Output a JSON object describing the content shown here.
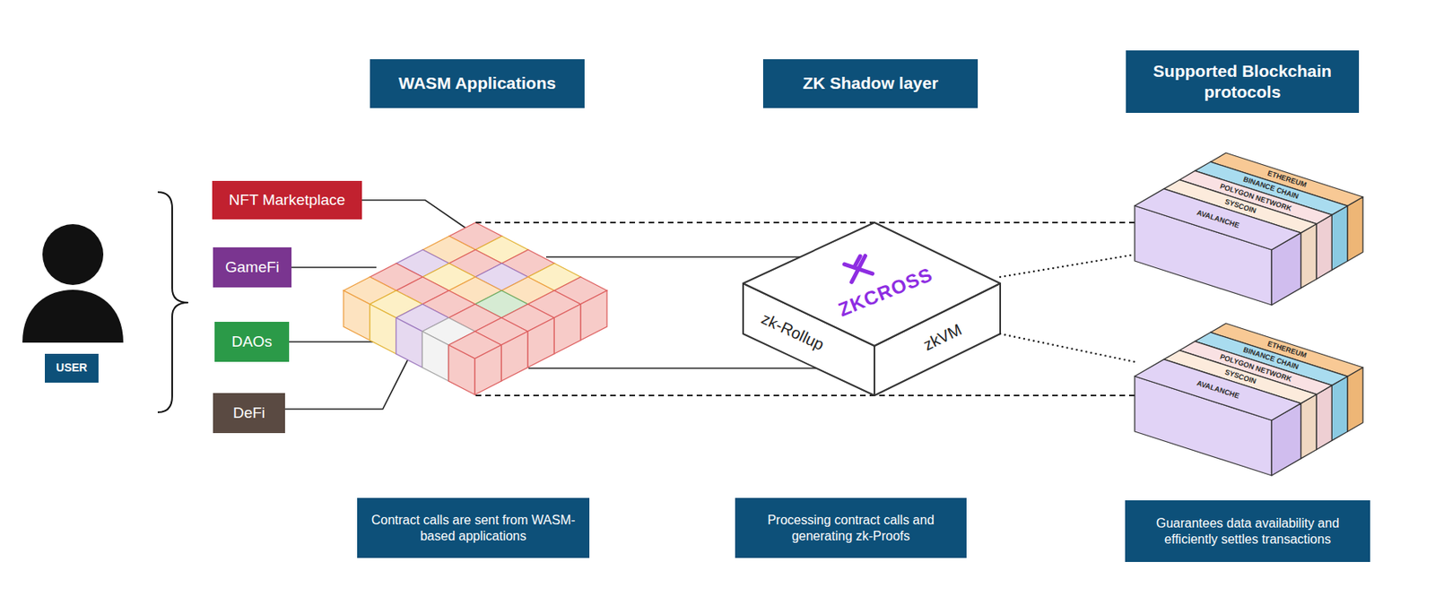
{
  "diagram": {
    "nodes": [
      {
        "text": [
          "WASM Applications"
        ]
      },
      {
        "text": [
          "ZK Shadow layer"
        ]
      },
      {
        "text": [
          "Supported Blockchain protocols"
        ]
      },
      {
        "text": [
          "USER"
        ]
      },
      {
        "text": [
          "NFT Marketplace"
        ]
      },
      {
        "text": [
          "GameFi"
        ]
      },
      {
        "text": [
          "DAOs"
        ]
      },
      {
        "text": [
          "DeFi"
        ]
      },
      {
        "text": [
          "ZKCROSS",
          "zk-Rollup",
          "zkVM"
        ]
      },
      {
        "text": [
          "ETHEREUM"
        ]
      },
      {
        "text": [
          "BINANCE CHAIN"
        ]
      },
      {
        "text": [
          "POLYGON NETWORK"
        ]
      },
      {
        "text": [
          "SYSCOIN"
        ]
      },
      {
        "text": [
          "AVALANCHE"
        ]
      },
      {
        "text": [
          "ETHEREUM"
        ]
      },
      {
        "text": [
          "BINANCE CHAIN"
        ]
      },
      {
        "text": [
          "POLYGON NETWORK"
        ]
      },
      {
        "text": [
          "SYSCOIN"
        ]
      },
      {
        "text": [
          "AVALANCHE"
        ]
      },
      {
        "text": [
          "Contract calls are sent from WASM-based applications"
        ]
      },
      {
        "text": [
          "Processing contract calls and generating zk-Proofs"
        ]
      },
      {
        "text": [
          "Guarantees data availability and efficiently settles transactions"
        ]
      }
    ],
    "edges": [
      {
        "from": 8,
        "to": 13,
        "arrow": "none"
      },
      {
        "from": 8,
        "to": 18,
        "arrow": "none"
      }
    ]
  }
}
